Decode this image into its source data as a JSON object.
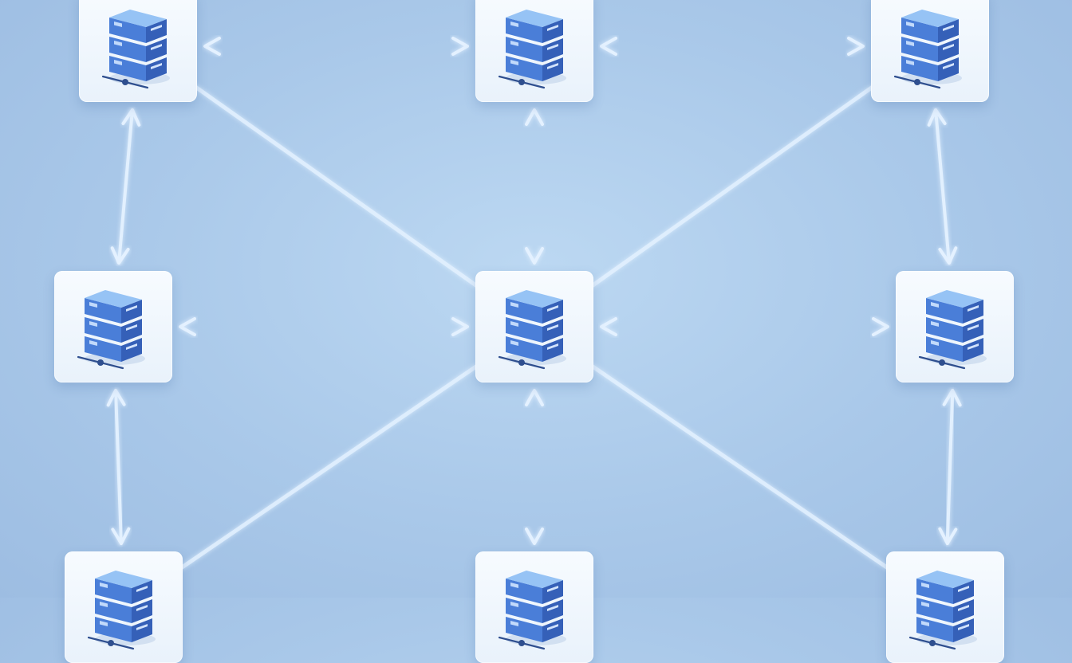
{
  "diagram": {
    "type": "network-topology",
    "colors": {
      "link": "#e4f1ff",
      "link_glow": "#ffffff",
      "server_top": "#7fb6f3",
      "server_front": "#4a7ed8",
      "server_side": "#3560b8",
      "card": "#f2f8ff"
    },
    "nodes": [
      {
        "id": "top-left",
        "row": 0,
        "col": 0,
        "icon": "server-rack-icon"
      },
      {
        "id": "top-center",
        "row": 0,
        "col": 1,
        "icon": "server-rack-icon"
      },
      {
        "id": "top-right",
        "row": 0,
        "col": 2,
        "icon": "server-rack-icon"
      },
      {
        "id": "middle-left",
        "row": 1,
        "col": 0,
        "icon": "server-rack-icon"
      },
      {
        "id": "center",
        "row": 1,
        "col": 1,
        "icon": "server-rack-icon"
      },
      {
        "id": "middle-right",
        "row": 1,
        "col": 2,
        "icon": "server-rack-icon"
      },
      {
        "id": "bottom-left",
        "row": 2,
        "col": 0,
        "icon": "server-rack-icon"
      },
      {
        "id": "bottom-center",
        "row": 2,
        "col": 1,
        "icon": "server-rack-icon"
      },
      {
        "id": "bottom-right",
        "row": 2,
        "col": 2,
        "icon": "server-rack-icon"
      }
    ],
    "links": [
      {
        "from": "top-left",
        "to": "top-center",
        "arrows": "both"
      },
      {
        "from": "top-center",
        "to": "top-right",
        "arrows": "both"
      },
      {
        "from": "middle-left",
        "to": "center",
        "arrows": "both"
      },
      {
        "from": "center",
        "to": "middle-right",
        "arrows": "both"
      },
      {
        "from": "top-left",
        "to": "middle-left",
        "arrows": "both"
      },
      {
        "from": "middle-left",
        "to": "bottom-left",
        "arrows": "both"
      },
      {
        "from": "top-center",
        "to": "center",
        "arrows": "both"
      },
      {
        "from": "center",
        "to": "bottom-center",
        "arrows": "both"
      },
      {
        "from": "top-right",
        "to": "middle-right",
        "arrows": "both"
      },
      {
        "from": "middle-right",
        "to": "bottom-right",
        "arrows": "both"
      },
      {
        "from": "top-left",
        "to": "center",
        "arrows": "none"
      },
      {
        "from": "top-right",
        "to": "center",
        "arrows": "none"
      },
      {
        "from": "bottom-left",
        "to": "center",
        "arrows": "none"
      },
      {
        "from": "bottom-right",
        "to": "center",
        "arrows": "none"
      }
    ]
  }
}
